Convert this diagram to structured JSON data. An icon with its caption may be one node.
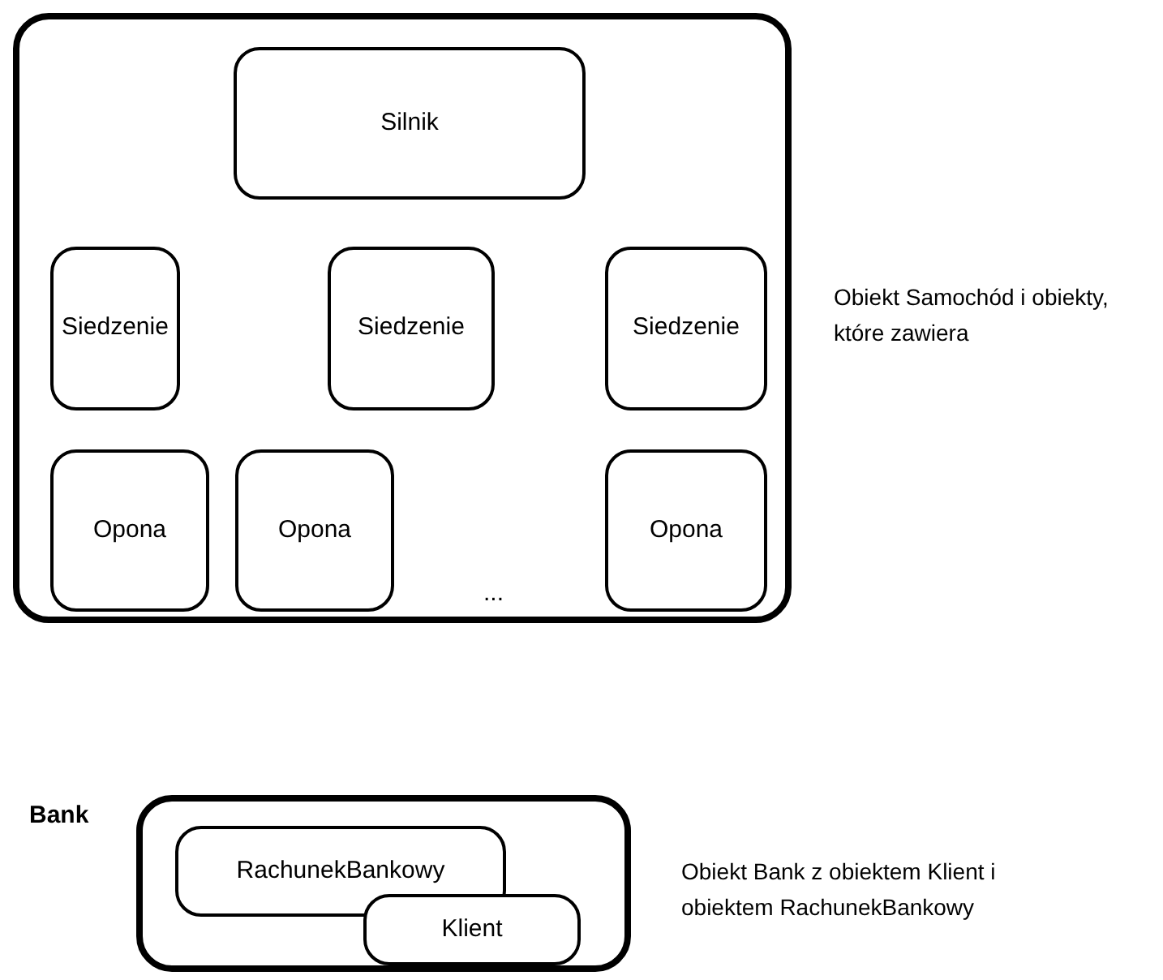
{
  "diagram": {
    "nodes": [
      {
        "text": [],
        "shape": "box",
        "beside": [
          "Obiekt Samochód i obiekty, które zawiera"
        ]
      },
      {
        "text": [
          "Silnik"
        ],
        "in": 0
      },
      {
        "text": [
          "Siedzenie"
        ],
        "in": 0
      },
      {
        "text": [
          "Siedzenie"
        ],
        "in": 0
      },
      {
        "text": [
          "Siedzenie"
        ],
        "in": 0
      },
      {
        "text": [
          "Opona"
        ],
        "in": 0
      },
      {
        "text": [
          "Opona"
        ],
        "in": 0
      },
      {
        "text": [
          "Opona"
        ],
        "in": 0
      },
      {
        "text": [
          "Bank"
        ],
        "beside": [
          "Obiekt Bank z obiektem Klient i obiektem RachunekBankowy"
        ]
      },
      {
        "text": [
          "RachunekBankowy"
        ],
        "in": 8
      },
      {
        "text": [
          "Klient"
        ],
        "in": 8
      }
    ],
    "labels": [
      "..."
    ]
  }
}
